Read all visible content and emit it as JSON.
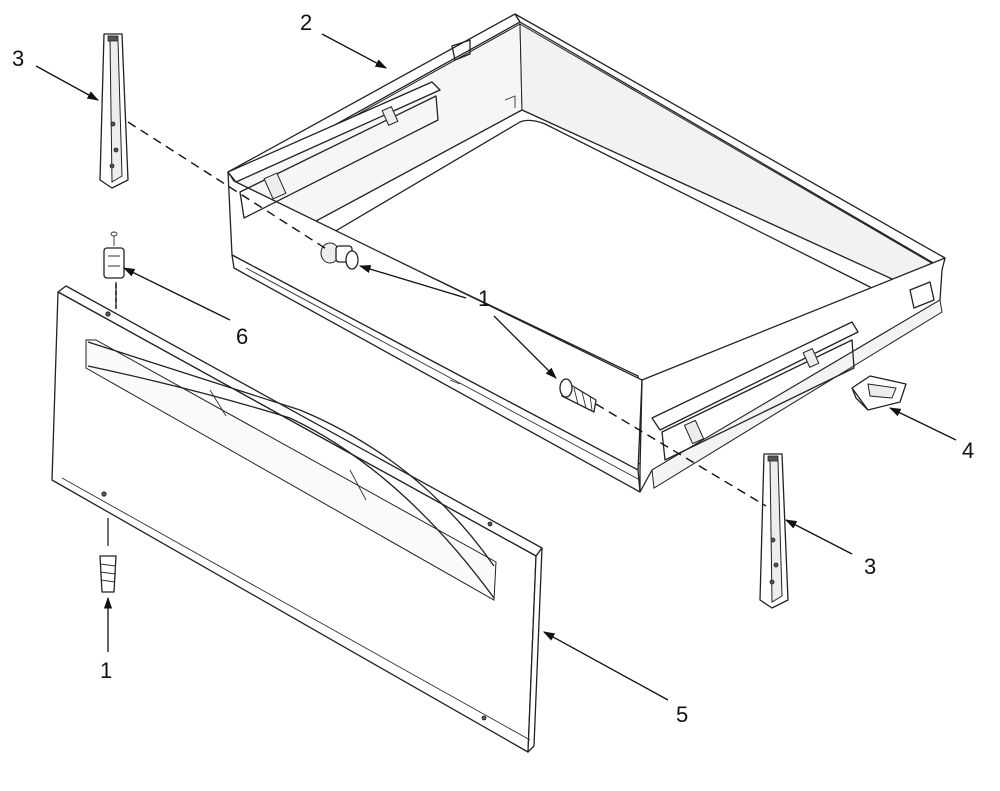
{
  "diagram": {
    "callouts": {
      "part_2_drawer_pan": "2",
      "part_3_left_glide": "3",
      "part_3_right_glide": "3",
      "part_1_screw_upper": "1",
      "part_1_screw_lower": "1",
      "part_6_stud": "6",
      "part_4_bracket": "4",
      "part_5_front_panel": "5"
    }
  }
}
